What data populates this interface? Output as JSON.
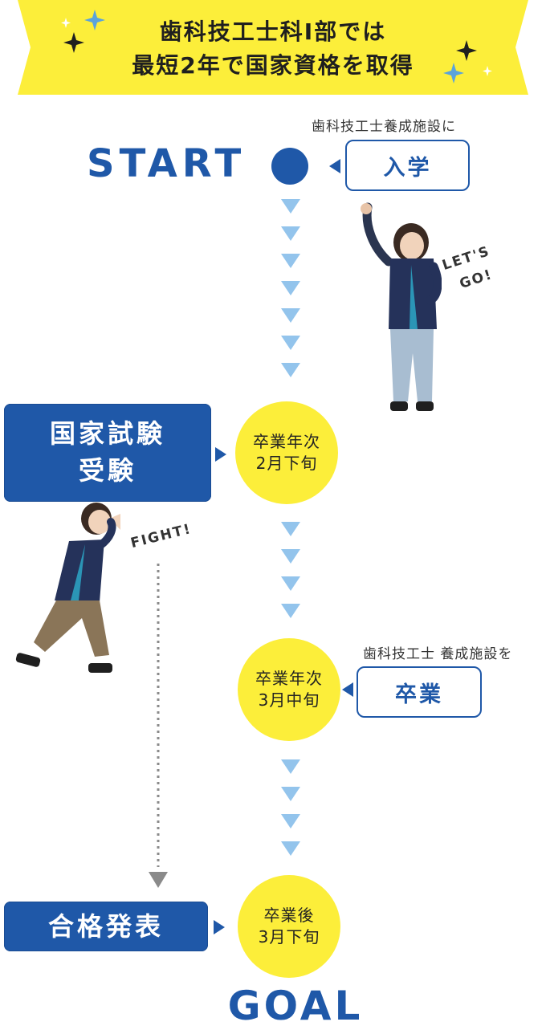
{
  "header": {
    "line1": "歯科技工士科Ⅰ部では",
    "line2": "最短2年で国家資格を取得"
  },
  "start": {
    "label": "START",
    "note": "歯科技工士養成施設に",
    "box_label": "入学"
  },
  "exam": {
    "label_line1": "国家試験",
    "label_line2": "受験",
    "timing_line1": "卒業年次",
    "timing_line2": "2月下旬"
  },
  "graduation": {
    "note": "歯科技工士 養成施設を",
    "box_label": "卒業",
    "timing_line1": "卒業年次",
    "timing_line2": "3月中旬"
  },
  "result": {
    "label": "合格発表",
    "timing_line1": "卒業後",
    "timing_line2": "3月下旬"
  },
  "goal": {
    "label": "GOAL"
  },
  "callouts": {
    "lets_go_line1": "LET'S",
    "lets_go_line2": "GO!",
    "fight": "FIGHT!"
  },
  "colors": {
    "ribbon_yellow": "#fcee3a",
    "brand_blue": "#1f58a8",
    "arrow_light_blue": "#93c4ec",
    "circle_yellow": "#fcee3a",
    "dotted_gray": "#8a8a8a"
  },
  "icons": [
    "sparkle-icon",
    "start-dot-icon",
    "down-arrow-icon",
    "right-pointer-icon",
    "left-pointer-icon"
  ]
}
